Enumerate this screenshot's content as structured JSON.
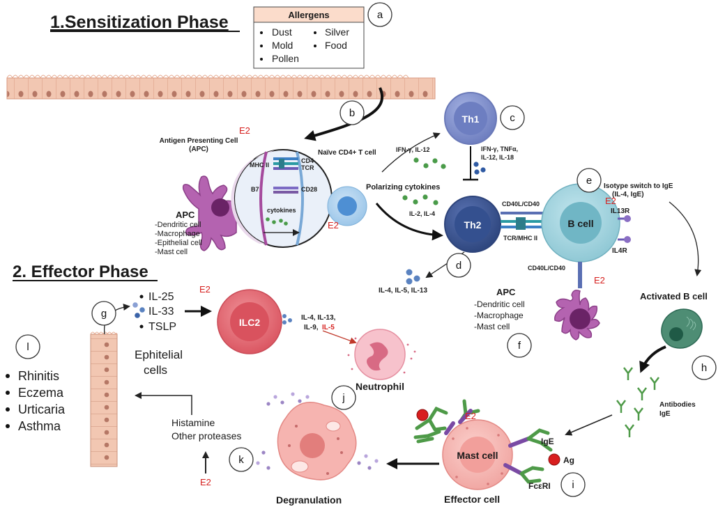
{
  "phase1": {
    "title": "1.Sensitization Phase"
  },
  "phase2": {
    "title": "2. Effector Phase"
  },
  "allergens": {
    "header": "Allergens",
    "col1": [
      "Dust",
      "Mold",
      "Pollen"
    ],
    "col2": [
      "Silver",
      "Food"
    ]
  },
  "letters": {
    "a": "a",
    "b": "b",
    "c": "c",
    "d": "d",
    "e": "e",
    "f": "f",
    "g": "g",
    "h": "h",
    "i": "i",
    "j": "j",
    "k": "k",
    "l": "l"
  },
  "e2": "E2",
  "apc_synapse": {
    "title_line1": "Antigen Presenting Cell",
    "title_line2": "(APC)",
    "naive": "Naïve CD4+ T cell",
    "mhc": "MHC II",
    "cd4": "CD4",
    "tcr": "TCR",
    "b7": "B7",
    "cd28": "CD28",
    "cytokines": "cytokines"
  },
  "apc_list1": {
    "title": "APC",
    "items": [
      "-Dendritic cell",
      "-Macrophage",
      "-Epithelial cell",
      "-Mast cell"
    ]
  },
  "th1": {
    "label": "Th1",
    "left_cyt": "IFN-γ, IL-12",
    "right_line1": "IFN-γ, TNFα,",
    "right_line2": "IL-12, IL-18"
  },
  "polarizing": {
    "label": "Polarizing cytokines",
    "il": "IL-2, IL-4"
  },
  "th2": {
    "label": "Th2",
    "secreted": "IL-4, IL-5, IL-13"
  },
  "bcell": {
    "label": "B cell",
    "cd40_top": "CD40L/CD40",
    "tcr_mhc": "TCR/MHC II",
    "cd40_bottom": "CD40L/CD40",
    "il13r": "IL13R",
    "il4r": "IL4R",
    "isotype_line1": "Isotype switch to IgE",
    "isotype_line2": "(IL-4, IgE)"
  },
  "apc_list2": {
    "title": "APC",
    "items": [
      "-Dendritic cell",
      "-Macrophage",
      "-Mast cell"
    ]
  },
  "activated_b": "Activated B cell",
  "antibodies": {
    "line1": "Antibodies",
    "line2": "IgE"
  },
  "epithelial": {
    "cytokines": [
      "IL-25",
      "IL-33",
      "TSLP"
    ],
    "line1": "Ephitelial",
    "line2": "cells"
  },
  "ilc2": {
    "label": "ILC2",
    "line1": "IL-4, IL-13,",
    "line2a": "IL-9, ",
    "line2b": "IL-5"
  },
  "neutrophil": "Neutrophil",
  "diseases": [
    "Rhinitis",
    "Eczema",
    "Urticaria",
    "Asthma"
  ],
  "histamine": {
    "line1": "Histamine",
    "line2": "Other proteases"
  },
  "mast": {
    "label": "Mast cell",
    "effector": "Effector cell",
    "ige": "IgE",
    "ag": "Ag",
    "fceri": "FcεRI"
  },
  "degranulation": "Degranulation",
  "colors": {
    "th1": "#7f8fc9",
    "th2": "#3a5491",
    "bcell": "#9fd1dc",
    "ilc2": "#e26a74",
    "mast": "#f6b4b0",
    "apc": "#b463b0",
    "epithelium": "#f2c7b2",
    "antibody": "#4e9a48",
    "accent_red": "#d6201e"
  }
}
